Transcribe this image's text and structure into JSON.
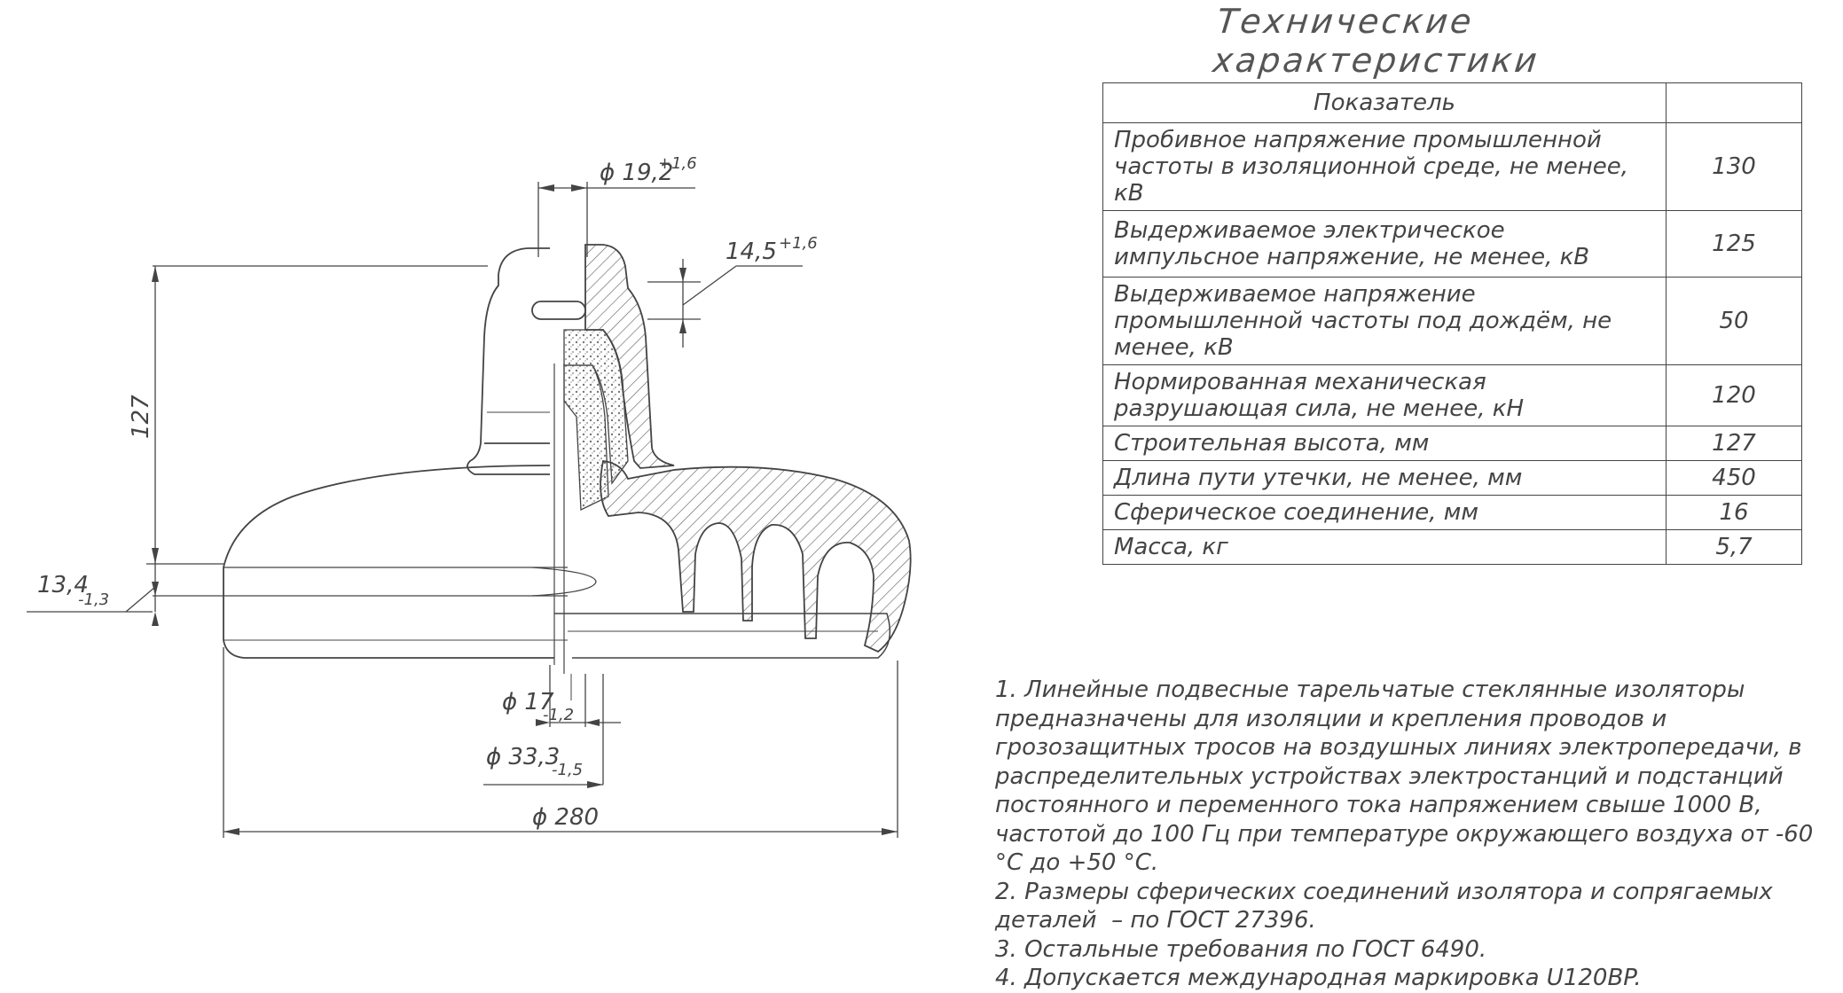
{
  "title": "Технические характеристики",
  "table": {
    "header": "Показатель",
    "rows": [
      {
        "name": "Пробивное напряжение промышленной частоты в изоляционной среде, не менее, кВ",
        "value": "130"
      },
      {
        "name": "Выдерживаемое электрическое импульсное напряжение, не менее, кВ",
        "value": "125"
      },
      {
        "name": "Выдерживаемое напряжение промышленной частоты под дождём, не менее, кВ",
        "value": "50"
      },
      {
        "name": "Нормированная механическая разрушающая сила, не менее, кН",
        "value": "120"
      },
      {
        "name": "Строительная высота, мм",
        "value": "127"
      },
      {
        "name": "Длина пути утечки, не менее, мм",
        "value": "450"
      },
      {
        "name": "Сферическое соединение, мм",
        "value": "16"
      },
      {
        "name": "Масса, кг",
        "value": "5,7"
      }
    ]
  },
  "dimensions": {
    "d_cap": "ϕ 19,2",
    "d_cap_tol": "+1,6",
    "slot": "14,5",
    "slot_tol": "+1,6",
    "height": "127",
    "edge": "13,4",
    "edge_tol": "-1,3",
    "d_pin": "ϕ 17",
    "d_pin_tol": "-1,2",
    "d_pin2": "ϕ 33,3",
    "d_pin2_tol": "-1,5",
    "d_total": "ϕ 280"
  },
  "notes": [
    "1. Линейные подвесные тарельчатые стеклянные изоляторы предназначены для изоляции и крепления проводов и грозозащитных тросов на воздушных линиях электропередачи, в распределительных устройствах электростанций и подстанций постоянного и переменного тока напряжением свыше 1000 В, частотой до 100 Гц при температуре окружающего воздуха от -60 °С до +50 °С.",
    "2. Размеры сферических соединений изолятора и сопрягаемых деталей  – по ГОСТ 27396.",
    "3. Остальные требования по ГОСТ 6490.",
    "4. Допускается международная маркировка U120BP."
  ]
}
